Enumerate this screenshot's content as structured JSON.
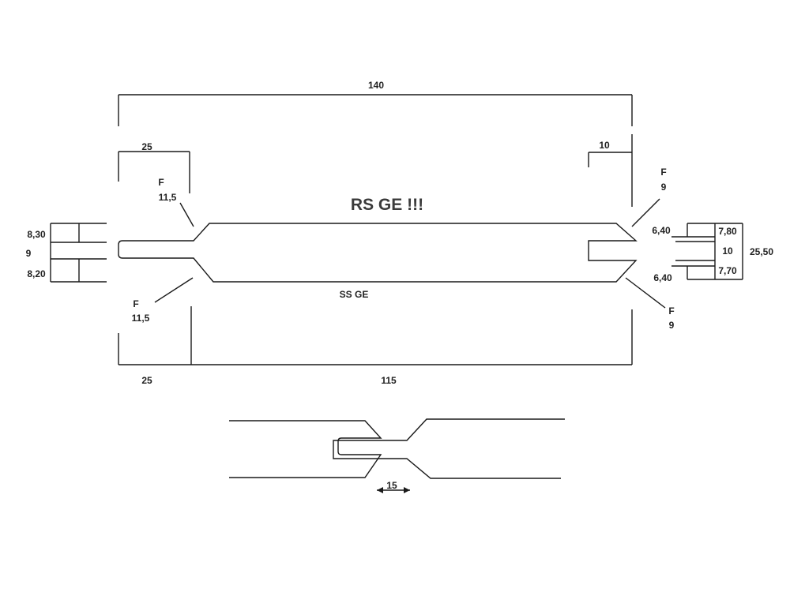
{
  "drawing": {
    "title": "RS  GE !!!",
    "bottom_face_label": "SS   GE",
    "dims": {
      "overall_width": "140",
      "left_top_width": "25",
      "right_top_width": "10",
      "left_bottom_width": "25",
      "main_bottom_width": "115",
      "joint_width": "15"
    },
    "chamfers": {
      "top_left": {
        "f": "F",
        "v": "11,5"
      },
      "bottom_left": {
        "f": "F",
        "v": "11,5"
      },
      "top_right": {
        "f": "F",
        "v": "9"
      },
      "bottom_right": {
        "f": "F",
        "v": "9"
      }
    },
    "left_profile": {
      "top": "8,30",
      "mid": "9",
      "bottom": "8,20"
    },
    "right_profile": {
      "top_small": "6,40",
      "bottom_small": "6,40",
      "top": "7,80",
      "mid": "10",
      "bottom": "7,70",
      "total": "25,50"
    }
  }
}
